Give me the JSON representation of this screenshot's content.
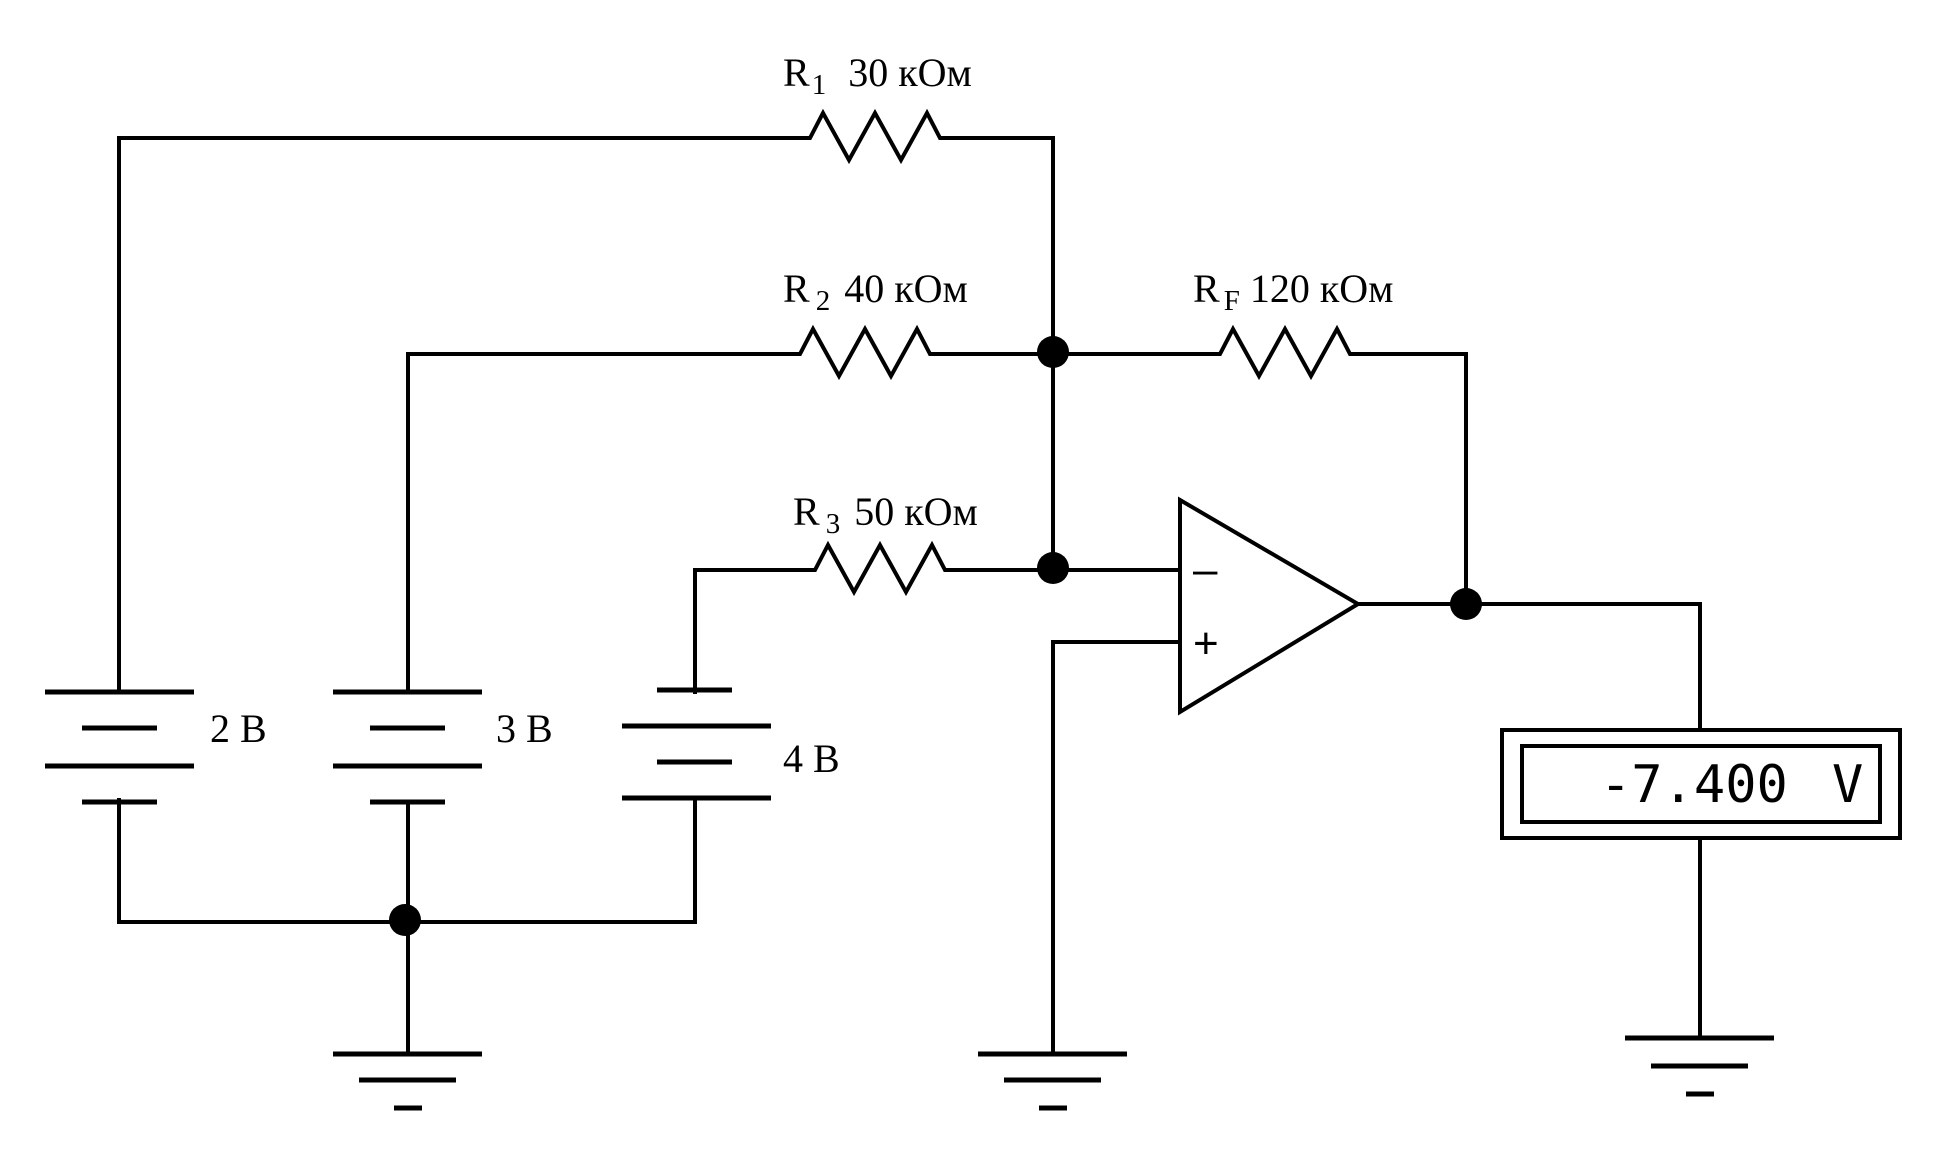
{
  "resistors": [
    {
      "id": "r1",
      "symbol": "R",
      "subscript": "1",
      "value": "30 кОм"
    },
    {
      "id": "r2",
      "symbol": "R",
      "subscript": "2",
      "value": "40 кОм"
    },
    {
      "id": "r3",
      "symbol": "R",
      "subscript": "3",
      "value": "50 кОм"
    },
    {
      "id": "rf",
      "symbol": "R",
      "subscript": "F",
      "value": "120 кОм"
    }
  ],
  "sources": [
    {
      "id": "v1",
      "label": "2 В"
    },
    {
      "id": "v2",
      "label": "3 В"
    },
    {
      "id": "v3",
      "label": "4 В"
    }
  ],
  "opamp": {
    "inverting_sign": "–",
    "noninverting_sign": "+"
  },
  "voltmeter": {
    "reading": "-7.400",
    "unit": "V"
  }
}
